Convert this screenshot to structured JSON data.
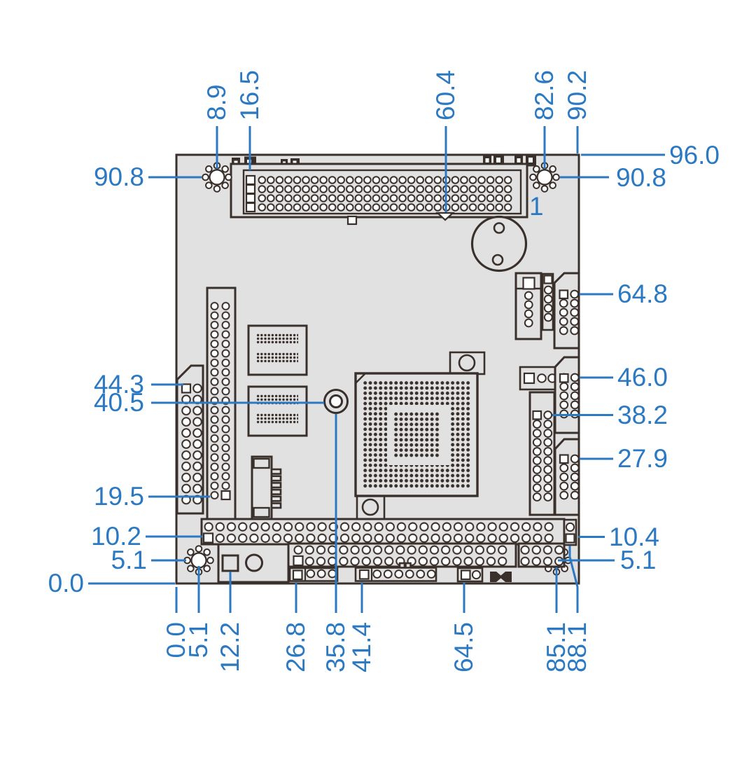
{
  "diagram": {
    "colors": {
      "accent": "#2b79c2",
      "outline": "#3a302b",
      "board_fill": "#e2e1e1",
      "background": "#ffffff"
    },
    "pin1_label": "1",
    "dimension_labels": {
      "left": [
        "90.8",
        "44.3",
        "40.5",
        "19.5",
        "10.2",
        "5.1",
        "0.0"
      ],
      "right": [
        "96.0",
        "90.8",
        "64.8",
        "46.0",
        "38.2",
        "27.9",
        "10.4",
        "5.1"
      ],
      "top": [
        "8.9",
        "16.5",
        "60.4",
        "82.6",
        "90.2"
      ],
      "bottom": [
        "0.0",
        "5.1",
        "12.2",
        "26.8",
        "35.8",
        "41.4",
        "64.5",
        "85.1",
        "88.1"
      ]
    }
  }
}
